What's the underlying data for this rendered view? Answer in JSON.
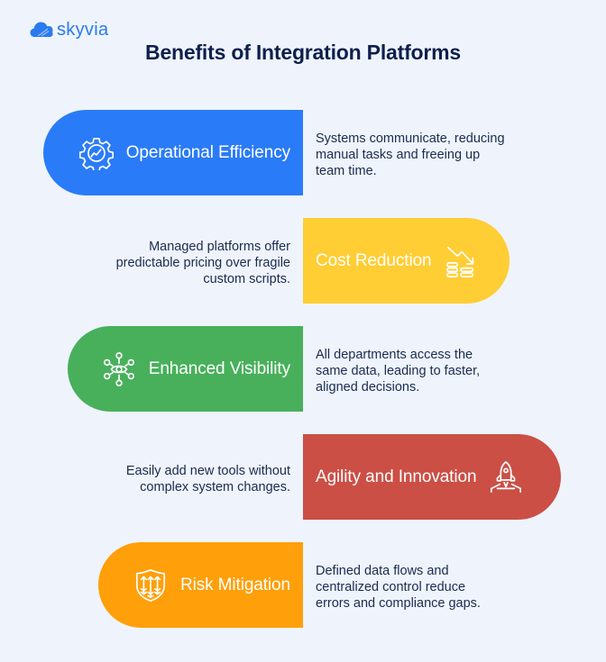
{
  "brand": {
    "name": "skyvia",
    "color": "#2a7bf0"
  },
  "title": "Benefits of Integration Platforms",
  "colors": {
    "background": "#eff4fc",
    "title": "#0e1f4d",
    "description": "#1b2b50"
  },
  "benefits": [
    {
      "label": "Operational Efficiency",
      "description": "Systems communicate, reducing manual tasks and freeing up team time.",
      "lines": [
        "Systems communicate, reducing",
        "manual tasks and freeing up",
        "team time."
      ],
      "icon": "gear-chart-icon",
      "color": "#2a7bf7"
    },
    {
      "label": "Cost Reduction",
      "description": "Managed platforms offer predictable pricing over fragile custom scripts.",
      "lines": [
        "Managed platforms offer",
        "predictable pricing over fragile",
        "custom scripts."
      ],
      "icon": "coins-down-trend-icon",
      "color": "#ffcd34"
    },
    {
      "label": "Enhanced Visibility",
      "description": "All departments access the same data, leading to faster, aligned decisions.",
      "lines": [
        "All departments access the",
        "same data, leading to faster,",
        "aligned decisions."
      ],
      "icon": "eye-network-icon",
      "color": "#48b05b"
    },
    {
      "label": "Agility and Innovation",
      "description": "Easily add new tools without complex system changes.",
      "lines": [
        "Easily add new tools without",
        "complex system changes."
      ],
      "icon": "rocket-launch-icon",
      "color": "#cb4f45"
    },
    {
      "label": "Risk Mitigation",
      "description": "Defined data flows and centralized control reduce errors and compliance gaps.",
      "lines": [
        "Defined data flows and",
        "centralized control reduce",
        "errors and compliance gaps."
      ],
      "icon": "shield-arrows-icon",
      "color": "#ff9f0a"
    }
  ]
}
